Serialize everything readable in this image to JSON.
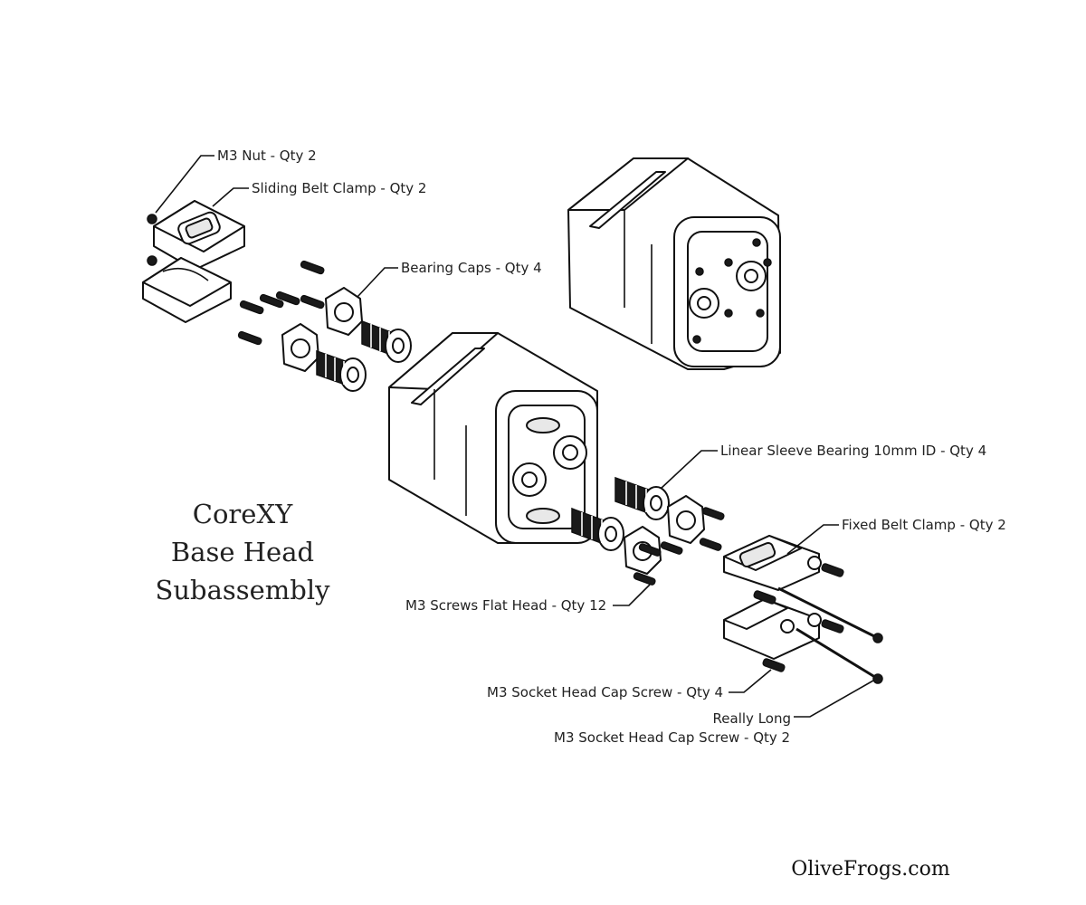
{
  "title": {
    "line1": "CoreXY",
    "line2": "Base Head",
    "line3": "Subassembly"
  },
  "labels": {
    "m3_nut": "M3 Nut - Qty 2",
    "sliding_belt_clamp": "Sliding  Belt Clamp - Qty 2",
    "bearing_caps": "Bearing Caps - Qty 4",
    "linear_sleeve_bearing": "Linear Sleeve Bearing 10mm ID - Qty 4",
    "fixed_belt_clamp": "Fixed Belt Clamp - Qty 2",
    "m3_screws_flat_head": "M3 Screws Flat Head - Qty 12",
    "m3_socket_head": "M3 Socket Head Cap Screw - Qty 4",
    "really_long_line1": "Really Long",
    "really_long_line2": "M3 Socket Head Cap Screw - Qty 2"
  },
  "brand": "OliveFrogs.com"
}
